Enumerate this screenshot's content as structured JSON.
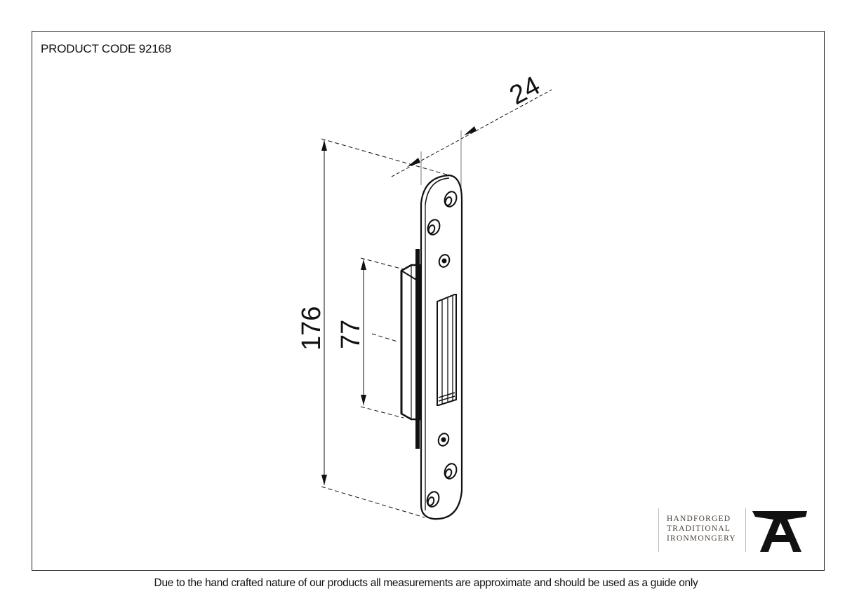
{
  "header": {
    "product_code": "PRODUCT CODE 92168"
  },
  "dimensions": {
    "width": "24",
    "overall_height": "176",
    "strike_height": "77"
  },
  "logo": {
    "lines": [
      "HANDFORGED",
      "TRADITIONAL",
      "IRONMONGERY"
    ],
    "mark": "anvil-a-icon"
  },
  "footer": {
    "disclaimer": "Due to the hand crafted nature of our products all measurements are approximate and should be used as a guide only"
  },
  "colors": {
    "line": "#111111",
    "frame": "#222222",
    "logo_text": "#4a4039"
  }
}
